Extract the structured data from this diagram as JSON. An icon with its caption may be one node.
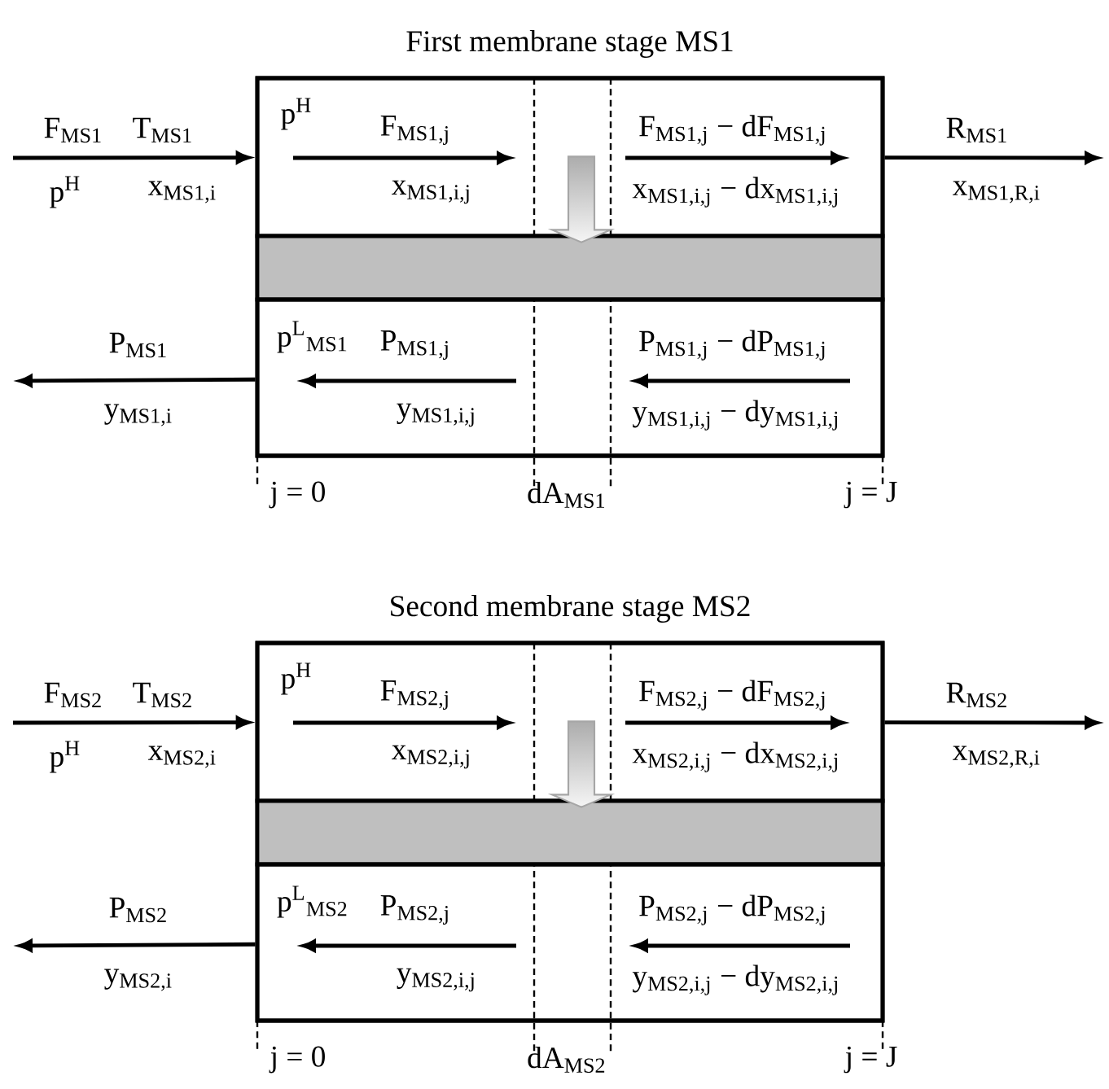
{
  "diagram": {
    "nodes": [
      {
        "text": [
          "First membrane stage MS1"
        ]
      },
      {
        "text": [
          "p$^{H}$",
          "F$_{MS1,j}$",
          "x$_{MS1,i,j}$",
          "F$_{MS1,j}$ − dF$_{MS1,j}$",
          "x$_{MS1,i,j}$ − dx$_{MS1,i,j}$"
        ],
        "in": 0
      },
      {
        "text": [],
        "shape": "bar",
        "in": 0
      },
      {
        "text": [
          "p$^{L}$$_{MS1}$",
          "P$_{MS1,j}$",
          "y$_{MS1,i,j}$",
          "P$_{MS1,j}$ − dP$_{MS1,j}$",
          "y$_{MS1,i,j}$ − dy$_{MS1,i,j}$"
        ],
        "in": 0
      },
      {
        "text": [
          "Second membrane stage MS2"
        ]
      },
      {
        "text": [
          "p$^{H}$",
          "F$_{MS2,j}$",
          "x$_{MS2,i,j}$",
          "F$_{MS2,j}$ − dF$_{MS2,j}$",
          "x$_{MS2,i,j}$ − dx$_{MS2,i,j}$"
        ],
        "in": 4
      },
      {
        "text": [],
        "shape": "bar",
        "in": 4
      },
      {
        "text": [
          "p$^{L}$$_{MS2}$",
          "P$_{MS2,j}$",
          "y$_{MS2,i,j}$",
          "P$_{MS2,j}$ − dP$_{MS2,j}$",
          "y$_{MS2,i,j}$ − dy$_{MS2,i,j}$"
        ],
        "in": 4
      }
    ],
    "edges": [
      {
        "from": null,
        "to": 1,
        "arrow": "to"
      },
      {
        "from": 1,
        "to": null,
        "arrow": "to"
      },
      {
        "from": 3,
        "to": null,
        "arrow": "to"
      },
      {
        "from": null,
        "to": 5,
        "arrow": "to"
      },
      {
        "from": 5,
        "to": null,
        "arrow": "to"
      },
      {
        "from": 7,
        "to": null,
        "arrow": "to"
      },
      {
        "from": 1,
        "to": 2,
        "arrow": "to"
      },
      {
        "from": 5,
        "to": 6,
        "arrow": "to"
      }
    ],
    "labels": [
      "F$_{MS1}$",
      "T$_{MS1}$",
      "R$_{MS1}$",
      "p$^{H}$",
      "x$_{MS1,i}$",
      "x$_{MS1,R,i}$",
      "P$_{MS1}$",
      "y$_{MS1,i}$",
      "j = 0",
      "dA$_{MS1}$",
      "j = J",
      "F$_{MS2}$",
      "T$_{MS2}$",
      "R$_{MS2}$",
      "p$^{H}$",
      "x$_{MS2,i}$",
      "x$_{MS2,R,i}$",
      "P$_{MS2}$",
      "y$_{MS2,i}$",
      "j = 0",
      "dA$_{MS2}$",
      "j = J"
    ]
  }
}
